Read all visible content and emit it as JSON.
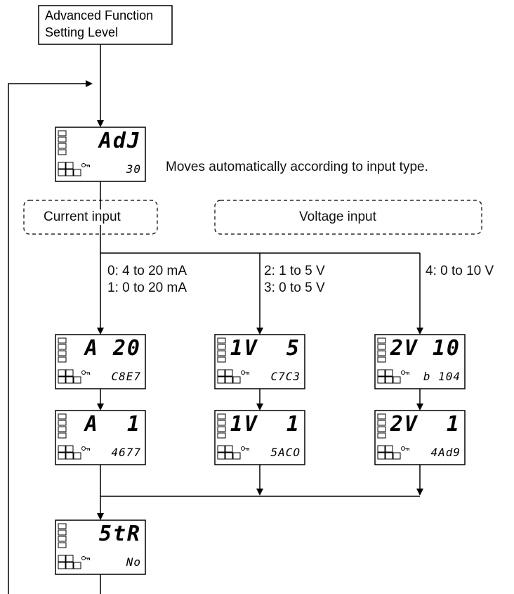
{
  "start_box": {
    "line1": "Advanced Function",
    "line2": "Setting Level"
  },
  "note": "Moves automatically according to input type.",
  "groups": {
    "current": "Current input",
    "voltage": "Voltage input"
  },
  "branches": {
    "left": [
      "0: 4 to 20 mA",
      "1: 0 to 20 mA"
    ],
    "middle": [
      "2: 1 to 5 V",
      "3: 0 to 5 V"
    ],
    "right": [
      "4: 0 to 10 V"
    ]
  },
  "displays": {
    "adj": {
      "top": "AdJ",
      "bottom": "30"
    },
    "a20": {
      "top": "A 20",
      "bottom": "C8E7"
    },
    "a1": {
      "top": "A  1",
      "bottom": "4677"
    },
    "v5": {
      "top": "1V  5",
      "bottom": "C7C3"
    },
    "v1": {
      "top": "1V  1",
      "bottom": "5ACO"
    },
    "v10": {
      "top": "2V 10",
      "bottom": "b 104"
    },
    "v2_1": {
      "top": "2V  1",
      "bottom": "4Ad9"
    },
    "str": {
      "top": "5tR",
      "bottom": "No"
    }
  }
}
